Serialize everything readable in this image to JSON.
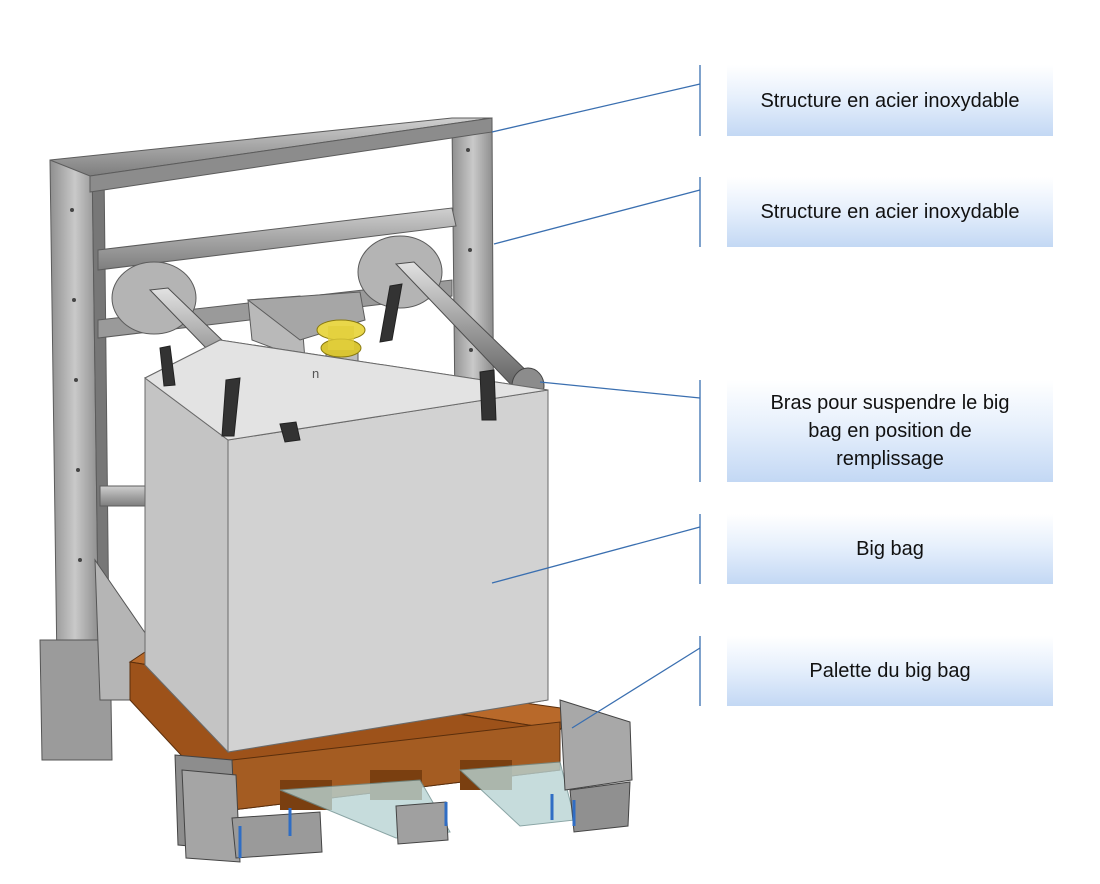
{
  "callouts": [
    {
      "id": "structure-1",
      "text": "Structure en acier inoxydable"
    },
    {
      "id": "structure-2",
      "text": "Structure en acier inoxydable"
    },
    {
      "id": "bras",
      "text": "Bras pour suspendre le big bag en position de remplissage"
    },
    {
      "id": "big-bag",
      "text": "Big bag"
    },
    {
      "id": "palette",
      "text": "Palette du big bag"
    }
  ],
  "bag_marking": "n",
  "colors": {
    "steel": "#a7a7a7",
    "steel_dark": "#6f6f6f",
    "bag": "#c8c8c8",
    "pallet": "#a0581e",
    "valve": "#e6d23a",
    "leader": "#3a6fb0",
    "box_top": "#ffffff",
    "box_bottom": "#c3d8f4"
  }
}
